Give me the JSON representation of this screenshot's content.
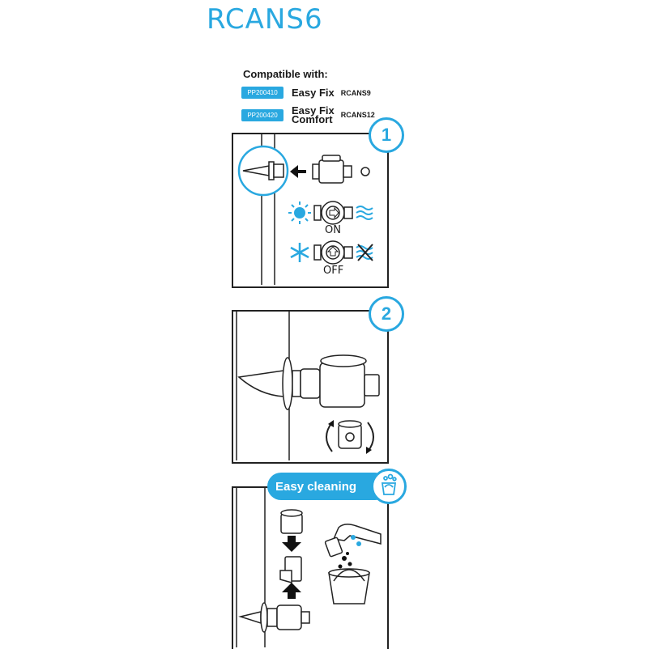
{
  "title": "RCANS6",
  "compatible": {
    "heading": "Compatible with:",
    "items": [
      {
        "badge": "PP200410",
        "name": "Easy Fix",
        "code": "RCANS9"
      },
      {
        "badge": "PP200420",
        "name_line1": "Easy Fix",
        "name_line2": "Comfort",
        "code": "RCANS12"
      }
    ]
  },
  "steps": {
    "step1": "1",
    "step2": "2",
    "on_label": "ON",
    "off_label": "OFF"
  },
  "cleaning": {
    "label": "Easy cleaning"
  },
  "colors": {
    "accent": "#29a8e0",
    "line": "#222222"
  }
}
